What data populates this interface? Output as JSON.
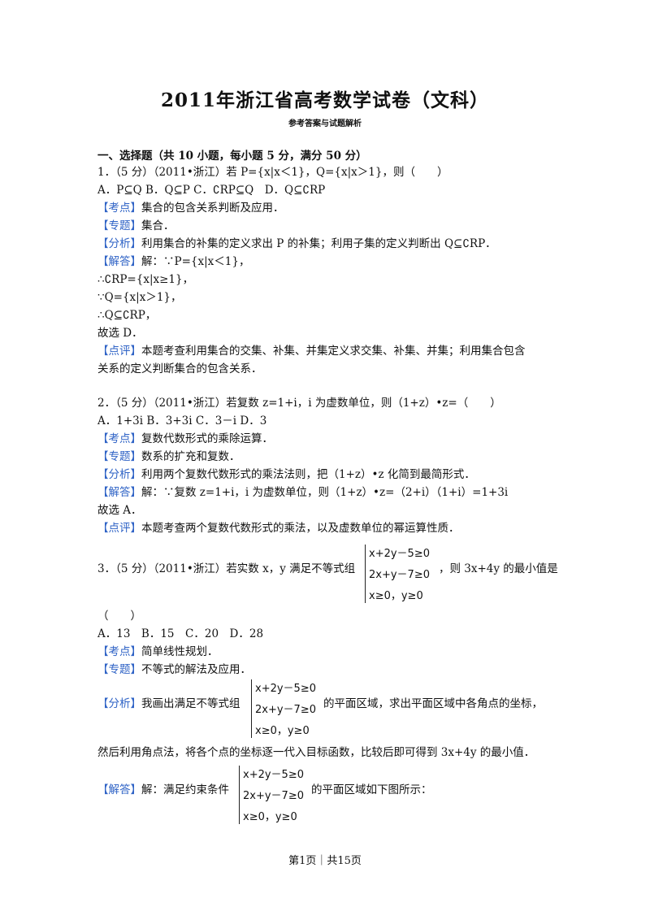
{
  "title": "2011年浙江省高考数学试卷（文科）",
  "subtitle": "参考答案与试题解析",
  "section": "一、选择题（共 10 小题，每小题 5 分，满分 50 分）",
  "tags": {
    "kaodian": "【考点】",
    "zhuanti": "【专题】",
    "fenxi": "【分析】",
    "jieda": "【解答】",
    "dianping": "【点评】"
  },
  "q1": {
    "stem": "1．（5 分）（2011•浙江）若 P={x|x＜1}，Q={x|x＞1}，则（　　）",
    "options": "A．P⊆Q B．Q⊆P C．∁RP⊆Q　D．Q⊆∁RP",
    "kaodian": "集合的包含关系判断及应用．",
    "zhuanti": "集合．",
    "fenxi": "利用集合的补集的定义求出 P 的补集；利用子集的定义判断出 Q⊆∁RP．",
    "jieda": "解：∵P={x|x＜1}，",
    "step2": "∴∁RP={x|x≥1}，",
    "step3": "∵Q={x|x＞1}，",
    "step4": "∴Q⊆∁RP，",
    "choose": "故选 D．",
    "dianping1": "本题考查利用集合的交集、补集、并集定义求交集、补集、并集；利用集合包含",
    "dianping2": "关系的定义判断集合的包含关系．"
  },
  "q2": {
    "stem": "2．（5 分）（2011•浙江）若复数 z=1+i，i 为虚数单位，则（1+z）•z=（　　）",
    "options": "A．1+3i B．3+3i C．3－i D．3",
    "kaodian": "复数代数形式的乘除运算．",
    "zhuanti": "数系的扩充和复数．",
    "fenxi": "利用两个复数代数形式的乘法法则，把（1+z）•z 化简到最简形式．",
    "jieda": "解：∵复数 z=1+i，i 为虚数单位，则（1+z）•z=（2+i）（1+i）=1+3i",
    "choose": "故选 A．",
    "dianping": "本题考查两个复数代数形式的乘法，以及虚数单位的幂运算性质．"
  },
  "q3": {
    "stem_pre": "3．（5 分）（2011•浙江）若实数 x，y 满足不等式组",
    "stem_post": "，则 3x+4y 的最小值是",
    "paren": "（　　）",
    "options": "A．13　B．15　C．20　D．28",
    "kaodian": "简单线性规划．",
    "zhuanti": "不等式的解法及应用．",
    "fenxi_pre": "我画出满足不等式组",
    "fenxi_post": "的平面区域，求出平面区域中各角点的坐标，",
    "fenxi_line2": "然后利用角点法，将各个点的坐标逐一代入目标函数，比较后即可得到 3x+4y 的最小值．",
    "jieda_pre": "解：满足约束条件",
    "jieda_post": "的平面区域如下图所示：",
    "system": [
      "x+2y－5≥0",
      "2x+y－7≥0",
      "x≥0，y≥0"
    ]
  },
  "footer": "第1页｜共15页"
}
